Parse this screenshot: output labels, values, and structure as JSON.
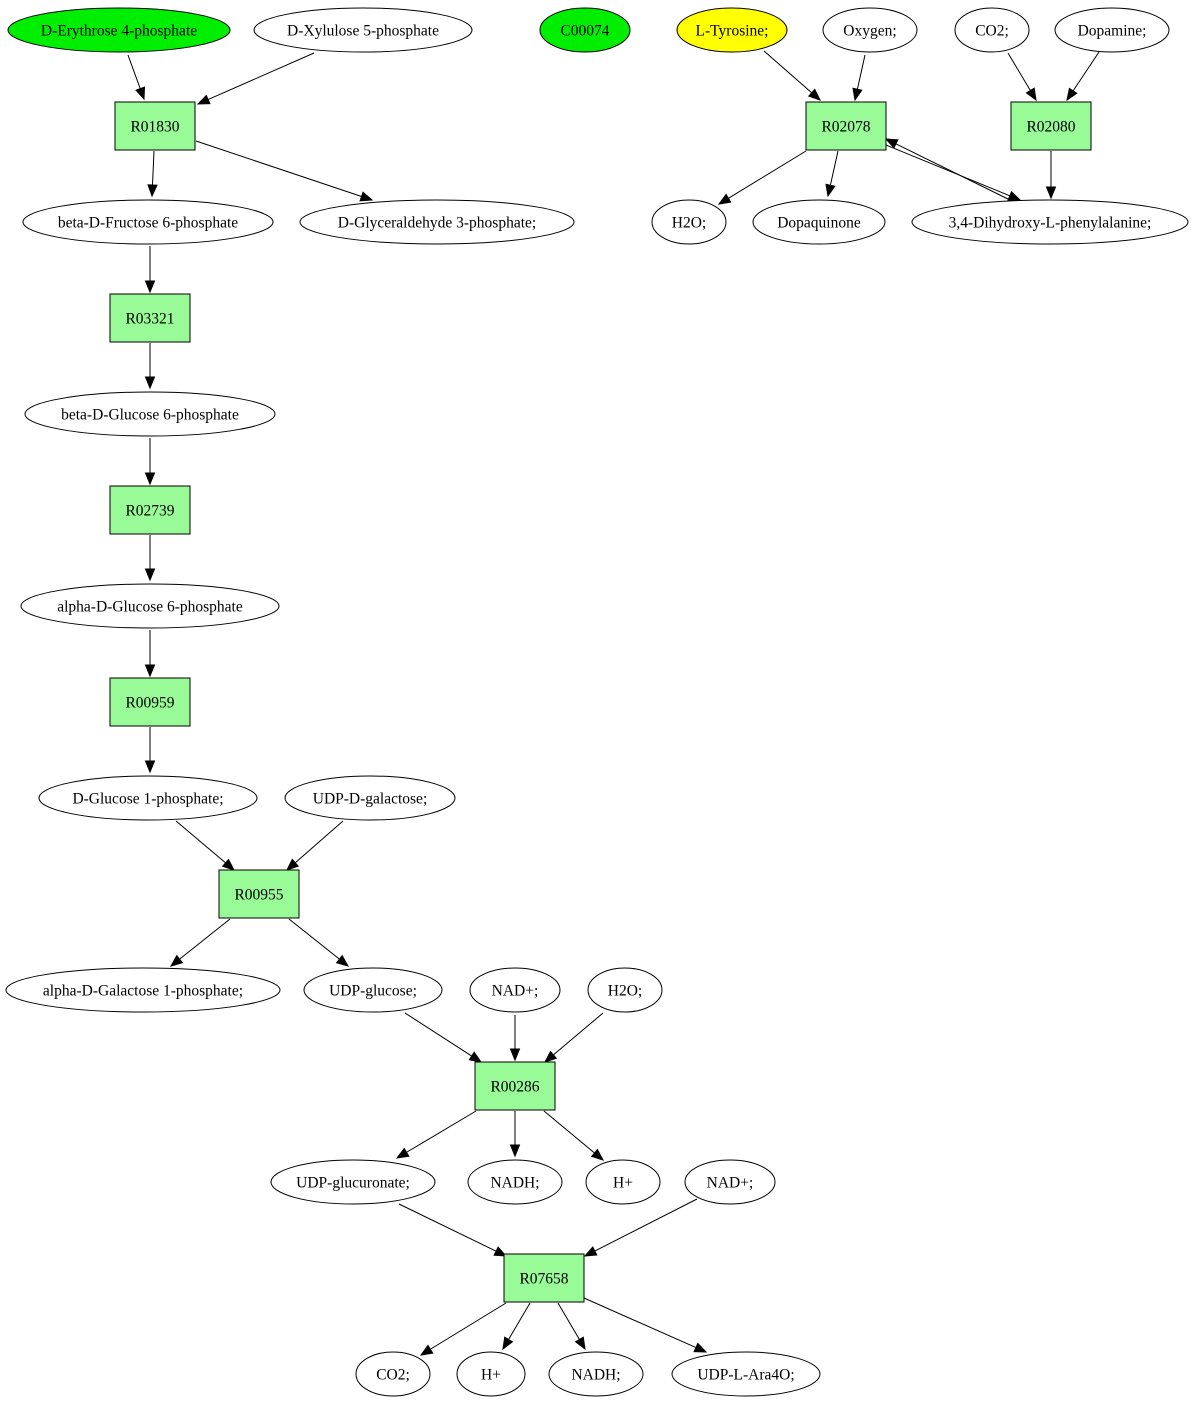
{
  "colors": {
    "reaction_fill": "#98fb98",
    "compound_fill": "#ffffff",
    "highlight_green": "#00ee00",
    "highlight_yellow": "#ffff00",
    "stroke": "#000000"
  },
  "nodes": {
    "ery4p": {
      "label": "D-Erythrose 4-phosphate",
      "type": "compound",
      "fill": "highlight_green"
    },
    "xyl5p": {
      "label": "D-Xylulose 5-phosphate",
      "type": "compound",
      "fill": "compound_fill"
    },
    "c00074": {
      "label": "C00074",
      "type": "compound",
      "fill": "highlight_green"
    },
    "tyr": {
      "label": "L-Tyrosine;",
      "type": "compound",
      "fill": "highlight_yellow"
    },
    "oxygen": {
      "label": "Oxygen;",
      "type": "compound",
      "fill": "compound_fill"
    },
    "co2_top": {
      "label": "CO2;",
      "type": "compound",
      "fill": "compound_fill"
    },
    "dopamine": {
      "label": "Dopamine;",
      "type": "compound",
      "fill": "compound_fill"
    },
    "r01830": {
      "label": "R01830",
      "type": "reaction",
      "fill": "reaction_fill"
    },
    "r02078": {
      "label": "R02078",
      "type": "reaction",
      "fill": "reaction_fill"
    },
    "r02080": {
      "label": "R02080",
      "type": "reaction",
      "fill": "reaction_fill"
    },
    "bf6p": {
      "label": "beta-D-Fructose 6-phosphate",
      "type": "compound",
      "fill": "compound_fill"
    },
    "g3p": {
      "label": "D-Glyceraldehyde 3-phosphate;",
      "type": "compound",
      "fill": "compound_fill"
    },
    "h2o_top": {
      "label": "H2O;",
      "type": "compound",
      "fill": "compound_fill"
    },
    "dopaquinone": {
      "label": "Dopaquinone",
      "type": "compound",
      "fill": "compound_fill"
    },
    "dopa": {
      "label": "3,4-Dihydroxy-L-phenylalanine;",
      "type": "compound",
      "fill": "compound_fill"
    },
    "r03321": {
      "label": "R03321",
      "type": "reaction",
      "fill": "reaction_fill"
    },
    "bg6p": {
      "label": "beta-D-Glucose 6-phosphate",
      "type": "compound",
      "fill": "compound_fill"
    },
    "r02739": {
      "label": "R02739",
      "type": "reaction",
      "fill": "reaction_fill"
    },
    "ag6p": {
      "label": "alpha-D-Glucose 6-phosphate",
      "type": "compound",
      "fill": "compound_fill"
    },
    "r00959": {
      "label": "R00959",
      "type": "reaction",
      "fill": "reaction_fill"
    },
    "g1p": {
      "label": "D-Glucose 1-phosphate;",
      "type": "compound",
      "fill": "compound_fill"
    },
    "udpgal": {
      "label": "UDP-D-galactose;",
      "type": "compound",
      "fill": "compound_fill"
    },
    "r00955": {
      "label": "R00955",
      "type": "reaction",
      "fill": "reaction_fill"
    },
    "agal1p": {
      "label": "alpha-D-Galactose 1-phosphate;",
      "type": "compound",
      "fill": "compound_fill"
    },
    "udpglc": {
      "label": "UDP-glucose;",
      "type": "compound",
      "fill": "compound_fill"
    },
    "nad_mid": {
      "label": "NAD+;",
      "type": "compound",
      "fill": "compound_fill"
    },
    "h2o_mid": {
      "label": "H2O;",
      "type": "compound",
      "fill": "compound_fill"
    },
    "r00286": {
      "label": "R00286",
      "type": "reaction",
      "fill": "reaction_fill"
    },
    "udpglcur": {
      "label": "UDP-glucuronate;",
      "type": "compound",
      "fill": "compound_fill"
    },
    "nadh_mid": {
      "label": "NADH;",
      "type": "compound",
      "fill": "compound_fill"
    },
    "hplus_mid": {
      "label": "H+",
      "type": "compound",
      "fill": "compound_fill"
    },
    "nad_low": {
      "label": "NAD+;",
      "type": "compound",
      "fill": "compound_fill"
    },
    "r07658": {
      "label": "R07658",
      "type": "reaction",
      "fill": "reaction_fill"
    },
    "co2_bot": {
      "label": "CO2;",
      "type": "compound",
      "fill": "compound_fill"
    },
    "hplus_bot": {
      "label": "H+",
      "type": "compound",
      "fill": "compound_fill"
    },
    "nadh_bot": {
      "label": "NADH;",
      "type": "compound",
      "fill": "compound_fill"
    },
    "udpara": {
      "label": "UDP-L-Ara4O;",
      "type": "compound",
      "fill": "compound_fill"
    }
  },
  "edges": [
    {
      "from": "ery4p",
      "to": "r01830"
    },
    {
      "from": "xyl5p",
      "to": "r01830"
    },
    {
      "from": "r01830",
      "to": "bf6p"
    },
    {
      "from": "r01830",
      "to": "g3p"
    },
    {
      "from": "bf6p",
      "to": "r03321"
    },
    {
      "from": "r03321",
      "to": "bg6p"
    },
    {
      "from": "bg6p",
      "to": "r02739"
    },
    {
      "from": "r02739",
      "to": "ag6p"
    },
    {
      "from": "ag6p",
      "to": "r00959"
    },
    {
      "from": "r00959",
      "to": "g1p"
    },
    {
      "from": "g1p",
      "to": "r00955"
    },
    {
      "from": "udpgal",
      "to": "r00955"
    },
    {
      "from": "r00955",
      "to": "agal1p"
    },
    {
      "from": "r00955",
      "to": "udpglc"
    },
    {
      "from": "udpglc",
      "to": "r00286"
    },
    {
      "from": "nad_mid",
      "to": "r00286"
    },
    {
      "from": "h2o_mid",
      "to": "r00286"
    },
    {
      "from": "r00286",
      "to": "udpglcur"
    },
    {
      "from": "r00286",
      "to": "nadh_mid"
    },
    {
      "from": "r00286",
      "to": "hplus_mid"
    },
    {
      "from": "udpglcur",
      "to": "r07658"
    },
    {
      "from": "nad_low",
      "to": "r07658"
    },
    {
      "from": "r07658",
      "to": "co2_bot"
    },
    {
      "from": "r07658",
      "to": "hplus_bot"
    },
    {
      "from": "r07658",
      "to": "nadh_bot"
    },
    {
      "from": "r07658",
      "to": "udpara"
    },
    {
      "from": "tyr",
      "to": "r02078"
    },
    {
      "from": "oxygen",
      "to": "r02078"
    },
    {
      "from": "r02078",
      "to": "h2o_top"
    },
    {
      "from": "r02078",
      "to": "dopaquinone"
    },
    {
      "from": "r02078",
      "to": "dopa"
    },
    {
      "from": "dopa",
      "to": "r02078"
    },
    {
      "from": "co2_top",
      "to": "r02080"
    },
    {
      "from": "dopamine",
      "to": "r02080"
    },
    {
      "from": "r02080",
      "to": "dopa"
    }
  ]
}
